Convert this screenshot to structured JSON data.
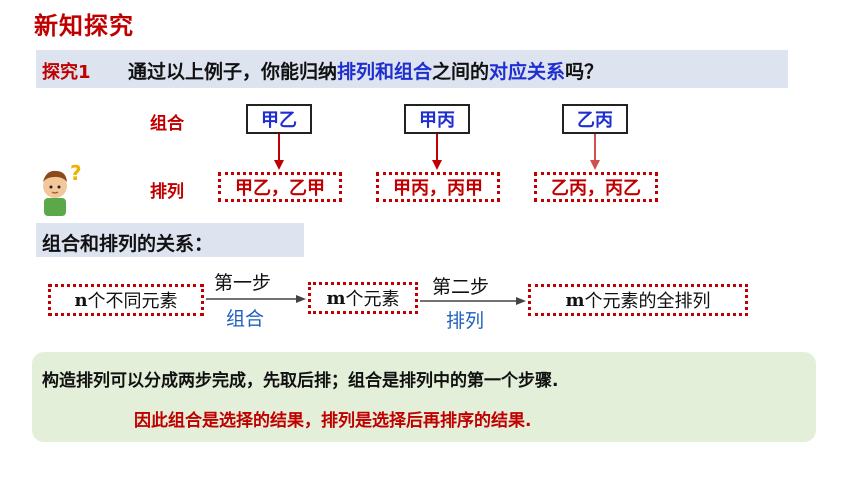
{
  "title": "新知探究",
  "question": {
    "label": "探究1",
    "text_before": "通过以上例子，你能归纳",
    "highlight1": "排列和组合",
    "text_middle": "之间的",
    "highlight2": "对应关系",
    "text_after": "吗？"
  },
  "mapping": {
    "combo_label": "组合",
    "perm_label": "排列",
    "combos": [
      "甲乙",
      "甲丙",
      "乙丙"
    ],
    "perms": [
      "甲乙，乙甲",
      "甲丙，丙甲",
      "乙丙，丙乙"
    ]
  },
  "relation": {
    "heading": "组合和排列的关系：",
    "box1_var": "n",
    "box1_text": "个不同元素",
    "step1_top": "第一步",
    "step1_bottom": "组合",
    "box2_var": "m",
    "box2_text": "个元素",
    "step2_top": "第二步",
    "step2_bottom": "排列",
    "box3_var": "m",
    "box3_text": "个元素的全排列"
  },
  "note": {
    "line1": "构造排列可以分成两步完成，先取后排；组合是排列中的第一个步骤.",
    "line2": "因此组合是选择的结果，排列是选择后再排序的结果."
  },
  "colors": {
    "accent_red": "#c00000",
    "accent_blue": "#1f2fcf",
    "bar_bg": "#dde3ef",
    "note_bg": "#e3efd9"
  }
}
